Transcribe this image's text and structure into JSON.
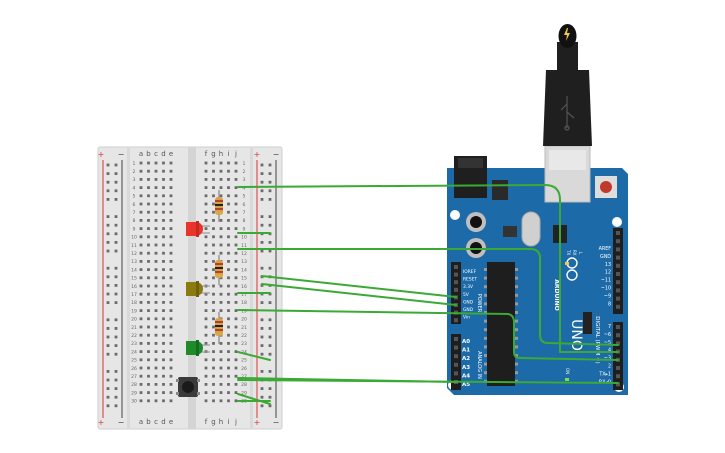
{
  "breadboard": {
    "columns_left": [
      "a",
      "b",
      "c",
      "d",
      "e"
    ],
    "columns_right": [
      "f",
      "g",
      "h",
      "i",
      "j"
    ],
    "rail_plus": "+",
    "rail_minus": "−",
    "rows": 30
  },
  "arduino": {
    "model": "UNO",
    "brand": "ARDUINO",
    "power_pins": [
      "IOREF",
      "RESET",
      "3.3V",
      "5V",
      "GND",
      "GND",
      "Vin"
    ],
    "power_label": "POWER",
    "analog_pins": [
      "A0",
      "A1",
      "A2",
      "A3",
      "A4",
      "A5"
    ],
    "analog_label": "ANALOG IN",
    "digital_top": [
      "AREF",
      "GND",
      "13",
      "12",
      "~11",
      "~10",
      "~9",
      "8"
    ],
    "digital_bottom": [
      "7",
      "~6",
      "~5",
      "4",
      "~3",
      "2",
      "TX▸1",
      "RX◂0"
    ],
    "digital_label": "DIGITAL (PWM ~)",
    "tx_label": "TX",
    "rx_label": "RX",
    "l_label": "L",
    "on_label": "ON"
  },
  "colors": {
    "wire": "#3aaa35",
    "board": "#1d6aa8",
    "led_red": "#e8342a",
    "led_yellow": "#8a7a10",
    "led_green": "#1f8a2a"
  },
  "icons": {
    "usb": "usb-connector-icon",
    "power": "power-jack-icon"
  }
}
